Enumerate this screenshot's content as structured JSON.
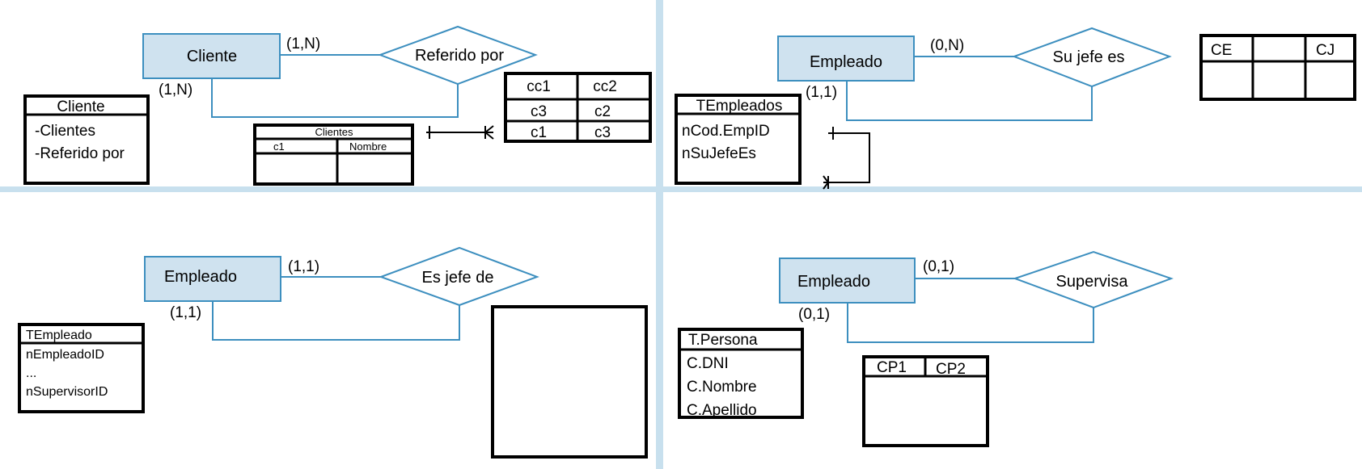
{
  "q1": {
    "entity": "Cliente",
    "relation": "Referido por",
    "card_right": "(1,N)",
    "card_loop": "(1,N)",
    "table_a": {
      "title": "Cliente",
      "rows": [
        "-Clientes",
        "-Referido por"
      ]
    },
    "table_b": {
      "title": "Clientes",
      "cols": [
        "c1",
        "Nombre"
      ]
    },
    "table_c": {
      "rows": [
        [
          "cc1",
          "cc2"
        ],
        [
          "c3",
          "c2"
        ],
        [
          "c1",
          "c3"
        ]
      ]
    }
  },
  "q2": {
    "entity": "Empleado",
    "relation": "Su jefe es",
    "card_right": "(0,N)",
    "card_loop": "(1,1)",
    "table_a": {
      "title": "TEmpleados",
      "rows": [
        "nCod.EmpID",
        "nSuJefeEs"
      ]
    },
    "table_b": {
      "cols": [
        "CE",
        "",
        "CJ"
      ]
    }
  },
  "q3": {
    "entity": "Empleado",
    "relation": "Es jefe de",
    "card_right": "(1,1)",
    "card_loop": "(1,1)",
    "table_a": {
      "title": "TEmpleado",
      "rows": [
        "nEmpleadoID",
        "...",
        "nSupervisorID"
      ]
    }
  },
  "q4": {
    "entity": "Empleado",
    "relation": "Supervisa",
    "card_right": "(0,1)",
    "card_loop": "(0,1)",
    "table_a": {
      "title": "T.Persona",
      "rows": [
        "C.DNI",
        "C.Nombre",
        "C.Apellido"
      ]
    },
    "table_b": {
      "cols": [
        "CP1",
        "CP2"
      ]
    }
  },
  "colors": {
    "entity_fill": "#cfe2ef",
    "diagram_blue": "#3d8fbf",
    "separator": "#c8e0ee"
  }
}
